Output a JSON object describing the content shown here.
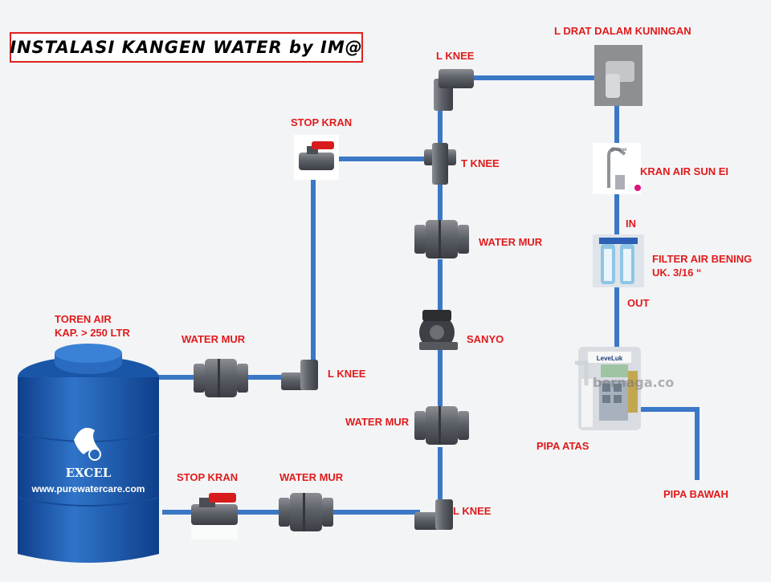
{
  "title": "INSTALASI KANGEN WATER by IM@",
  "labels": {
    "l_drat": "L DRAT DALAM KUNINGAN",
    "l_knee_top": "L KNEE",
    "stop_kran_top": "STOP KRAN",
    "t_knee": "T KNEE",
    "kran_air": "KRAN AIR SUN EI",
    "in": "IN",
    "water_mur_right": "WATER MUR",
    "filter_line1": "FILTER AIR BENING",
    "filter_line2": "UK. 3/16 “",
    "out": "OUT",
    "toren_line1": "TOREN AIR",
    "toren_line2": "KAP. > 250 LTR",
    "water_mur_left": "WATER MUR",
    "sanyo": "SANYO",
    "l_knee_left": "L KNEE",
    "water_mur_mid": "WATER MUR",
    "pipa_atas": "PIPA  ATAS",
    "stop_kran_bottom": "STOP KRAN",
    "water_mur_bottom": "WATER MUR",
    "l_knee_bottom": "L KNEE",
    "pipa_bawah": "PIPA BAWAH"
  },
  "tank": {
    "brand": "EXCEL",
    "website": "www.purewatercare.com"
  },
  "machine": {
    "brand": "LeveLuk",
    "watermark": "bernaga.co",
    "faucet_mark": "@sanei"
  },
  "colors": {
    "pipe": "#3a78c6",
    "label": "#e01b1b",
    "tank": "#1e5fb3",
    "valve_handle": "#d81c1c"
  },
  "pipes": [
    [
      [
        205,
        638
      ],
      [
        248,
        638
      ]
    ],
    [
      [
        295,
        638
      ],
      [
        352,
        638
      ]
    ],
    [
      [
        402,
        638
      ],
      [
        520,
        638
      ]
    ],
    [
      [
        192,
        470
      ],
      [
        248,
        470
      ]
    ],
    [
      [
        300,
        470
      ],
      [
        352,
        470
      ]
    ],
    [
      [
        390,
        450
      ],
      [
        390,
        224
      ]
    ],
    [
      [
        418,
        198
      ],
      [
        530,
        198
      ]
    ],
    [
      [
        548,
        180
      ],
      [
        548,
        128
      ]
    ],
    [
      [
        590,
        97
      ],
      [
        742,
        97
      ]
    ],
    [
      [
        548,
        228
      ],
      [
        548,
        272
      ]
    ],
    [
      [
        548,
        326
      ],
      [
        548,
        390
      ]
    ],
    [
      [
        548,
        438
      ],
      [
        548,
        508
      ]
    ],
    [
      [
        548,
        560
      ],
      [
        548,
        628
      ]
    ],
    [
      [
        768,
        134
      ],
      [
        768,
        182
      ]
    ],
    [
      [
        768,
        240
      ],
      [
        768,
        292
      ]
    ],
    [
      [
        768,
        358
      ],
      [
        768,
        430
      ]
    ],
    [
      [
        798,
        510
      ],
      [
        868,
        510
      ]
    ],
    [
      [
        868,
        510
      ],
      [
        868,
        595
      ]
    ]
  ]
}
